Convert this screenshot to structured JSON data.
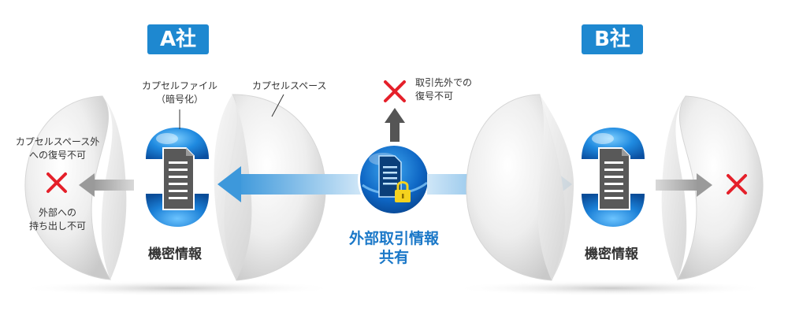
{
  "company_a": {
    "badge": "A社",
    "capsule_file_label": "カプセルファイル",
    "capsule_file_sub": "（暗号化）",
    "capsule_space_label": "カプセルスペース",
    "restriction_outside": "カプセルスペース外",
    "restriction_outside_2": "への復号不可",
    "restriction_takeout": "外部への",
    "restriction_takeout_2": "持ち出し不可",
    "confidential_label": "機密情報"
  },
  "company_b": {
    "badge": "B社",
    "confidential_label": "機密情報"
  },
  "center": {
    "restriction_line1": "取引先外での",
    "restriction_line2": "復号不可",
    "share_line1": "外部取引情報",
    "share_line2": "共有"
  },
  "colors": {
    "badge_blue": "#1e88d0",
    "share_text_blue": "#1b78c8",
    "cross_red": "#e5202a",
    "arrow_blue": "#4aa3e0",
    "arrow_gray": "#9a9a9a",
    "lock_yellow": "#f5d21e"
  },
  "icons": [
    "cross-icon",
    "document-icon",
    "lock-icon",
    "capsule-icon",
    "arrow-icon"
  ]
}
